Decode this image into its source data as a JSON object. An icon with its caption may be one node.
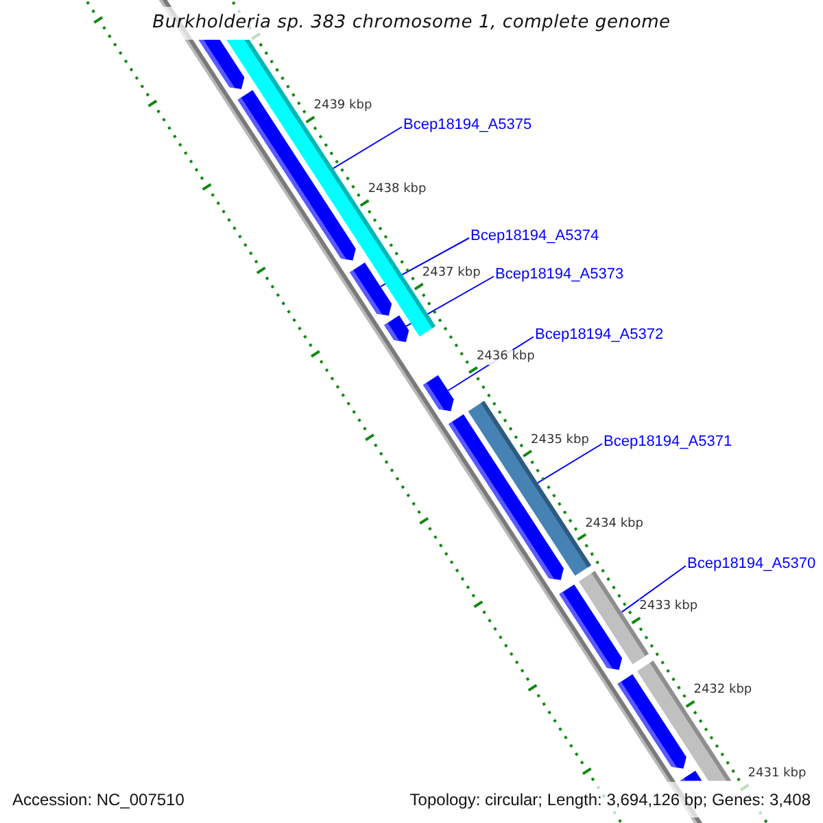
{
  "diagram": {
    "title": "Burkholderia sp. 383 chromosome 1, complete genome",
    "nodes": [
      {
        "text": [],
        "shape": "pentagon"
      },
      {
        "text": [],
        "shape": "bar"
      },
      {
        "text": [
          "Bcep18194_A5375"
        ]
      },
      {
        "text": [],
        "shape": "pentagon"
      },
      {
        "text": [
          "Bcep18194_A5374"
        ]
      },
      {
        "text": [],
        "shape": "pentagon"
      },
      {
        "text": [
          "Bcep18194_A5373"
        ]
      },
      {
        "text": [],
        "shape": "pentagon"
      },
      {
        "text": [
          "Bcep18194_A5372"
        ]
      },
      {
        "text": [],
        "shape": "pentagon"
      },
      {
        "text": [
          "Bcep18194_A5371"
        ]
      },
      {
        "text": [],
        "shape": "bar"
      },
      {
        "text": [],
        "shape": "pentagon"
      },
      {
        "text": [
          "Bcep18194_A5370"
        ]
      },
      {
        "text": [],
        "shape": "pentagon"
      },
      {
        "text": [],
        "shape": "bar"
      },
      {
        "text": [],
        "shape": "pentagon"
      },
      {
        "text": [],
        "shape": "bar"
      },
      {
        "text": [],
        "shape": "pentagon"
      }
    ],
    "edges": [
      {
        "from": 2,
        "to": 1,
        "arrow": "none"
      },
      {
        "from": 4,
        "to": 5,
        "arrow": "none"
      },
      {
        "from": 6,
        "to": 7,
        "arrow": "none"
      },
      {
        "from": 8,
        "to": 9,
        "arrow": "none"
      },
      {
        "from": 10,
        "to": 11,
        "arrow": "none"
      },
      {
        "from": 13,
        "to": 15,
        "arrow": "none"
      }
    ],
    "labels": [
      "2439 kbp",
      "2438 kbp",
      "2437 kbp",
      "2436 kbp",
      "2435 kbp",
      "2434 kbp",
      "2433 kbp",
      "2432 kbp",
      "2431 kbp",
      "Accession: NC_007510",
      "Topology: circular; Length: 3,694,126 bp; Genes: 3,408"
    ]
  }
}
